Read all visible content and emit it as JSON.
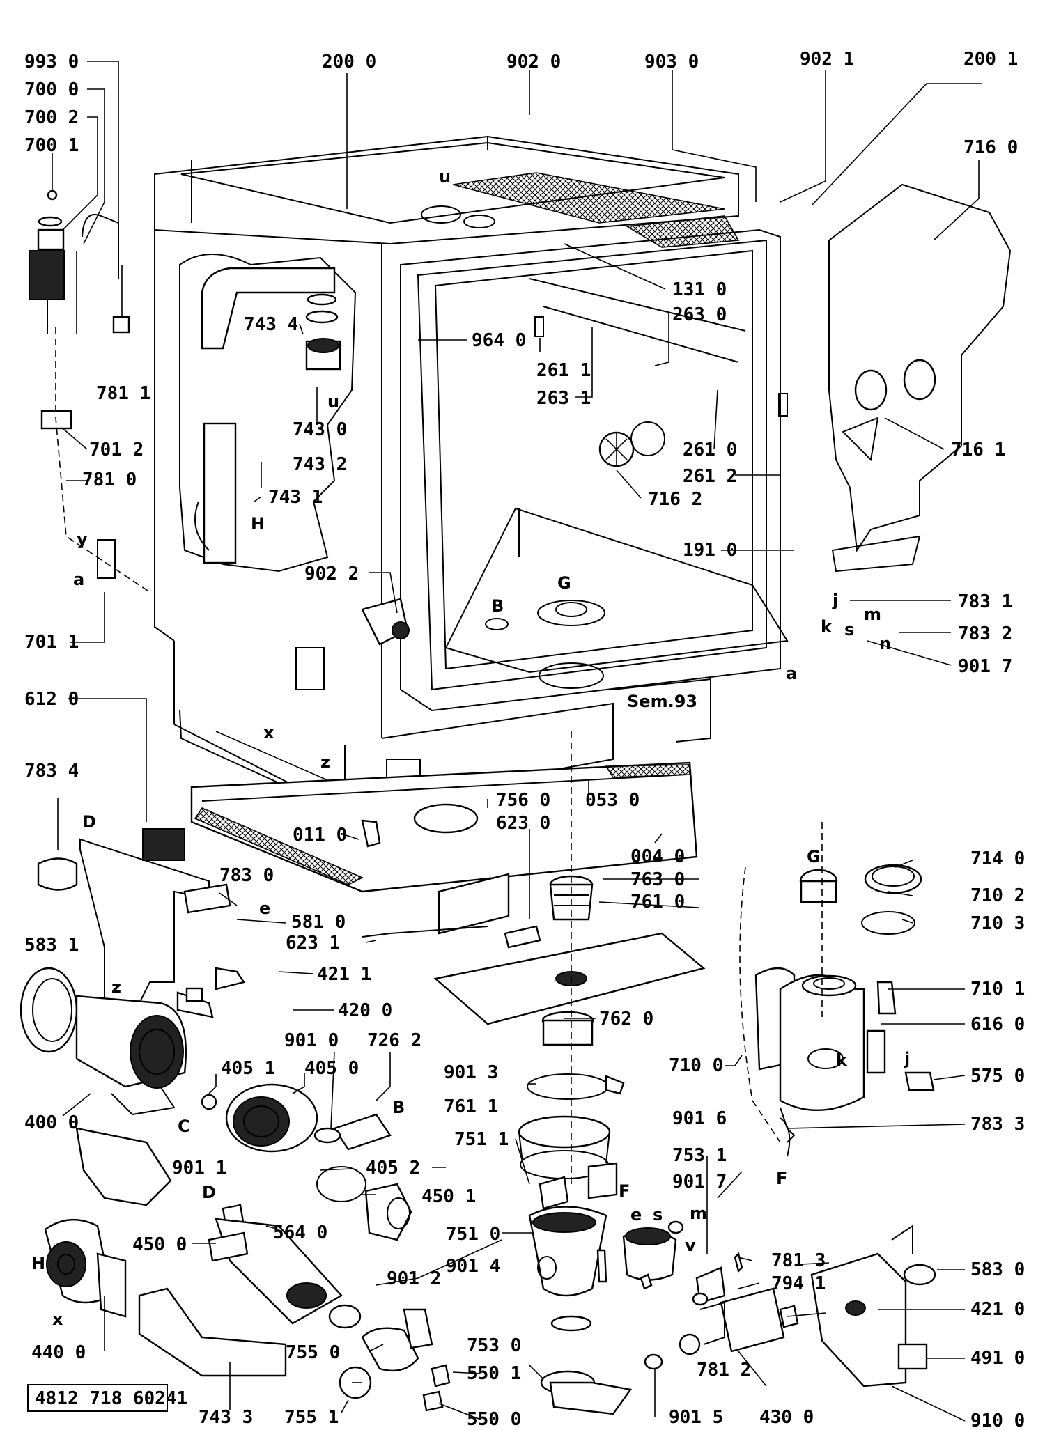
{
  "document_number": "4812 718 60241",
  "stamp": "Sem.93",
  "part_labels": [
    "993 0",
    "700 0",
    "700 2",
    "700 1",
    "781 1",
    "701 2",
    "781 0",
    "701 1",
    "200 0",
    "902 0",
    "903 0",
    "902 1",
    "200 1",
    "716 0",
    "743 4",
    "743 0",
    "743 2",
    "743 1",
    "964 0",
    "131 0",
    "263 0",
    "261 1",
    "263 1",
    "261 0",
    "261 2",
    "716 2",
    "716 1",
    "191 0",
    "902 2",
    "783 1",
    "783 2",
    "901 7",
    "612 0",
    "783 4",
    "783 0",
    "581 0",
    "583 1",
    "011 0",
    "756 0",
    "053 0",
    "623 0",
    "004 0",
    "763 0",
    "761 0",
    "623 1",
    "421 1",
    "420 0",
    "762 0",
    "714 0",
    "710 2",
    "710 3",
    "710 1",
    "616 0",
    "710 0",
    "575 0",
    "783 3",
    "400 0",
    "405 1",
    "405 0",
    "901 0",
    "726 2",
    "901 3",
    "761 1",
    "901 1",
    "405 2",
    "450 1",
    "751 1",
    "751 0",
    "901 6",
    "753 1",
    "901 7",
    "450 0",
    "564 0",
    "901 2",
    "901 4",
    "781 3",
    "794 1",
    "583 0",
    "421 0",
    "440 0",
    "755 0",
    "753 0",
    "781 2",
    "491 0",
    "550 1",
    "550 0",
    "901 5",
    "430 0",
    "910 0",
    "743 3",
    "755 1"
  ],
  "letter_markers": [
    "u",
    "u",
    "H",
    "y",
    "a",
    "x",
    "z",
    "B",
    "G",
    "j",
    "k",
    "s",
    "m",
    "n",
    "a",
    "D",
    "e",
    "G",
    "z",
    "C",
    "B",
    "D",
    "F",
    "H",
    "x",
    "k",
    "j",
    "F",
    "e",
    "s",
    "m",
    "v"
  ]
}
